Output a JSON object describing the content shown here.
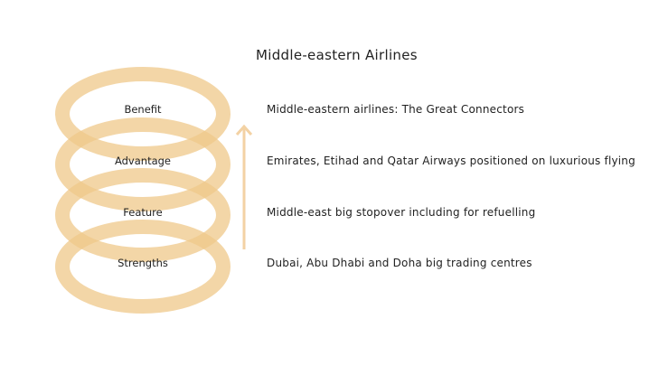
{
  "title": "Middle-eastern Airlines",
  "levels": [
    {
      "label": "Benefit",
      "description": "Middle-eastern airlines: The Great Connectors"
    },
    {
      "label": "Advantage",
      "description": "Emirates, Etihad and Qatar Airways positioned on luxurious flying"
    },
    {
      "label": "Feature",
      "description": "Middle-east big stopover including for refuelling"
    },
    {
      "label": "Strengths",
      "description": "Dubai, Abu Dhabi and Doha big trading centres"
    }
  ],
  "colors": {
    "ring": "#f0c888",
    "arrow": "#f3d2a4"
  }
}
